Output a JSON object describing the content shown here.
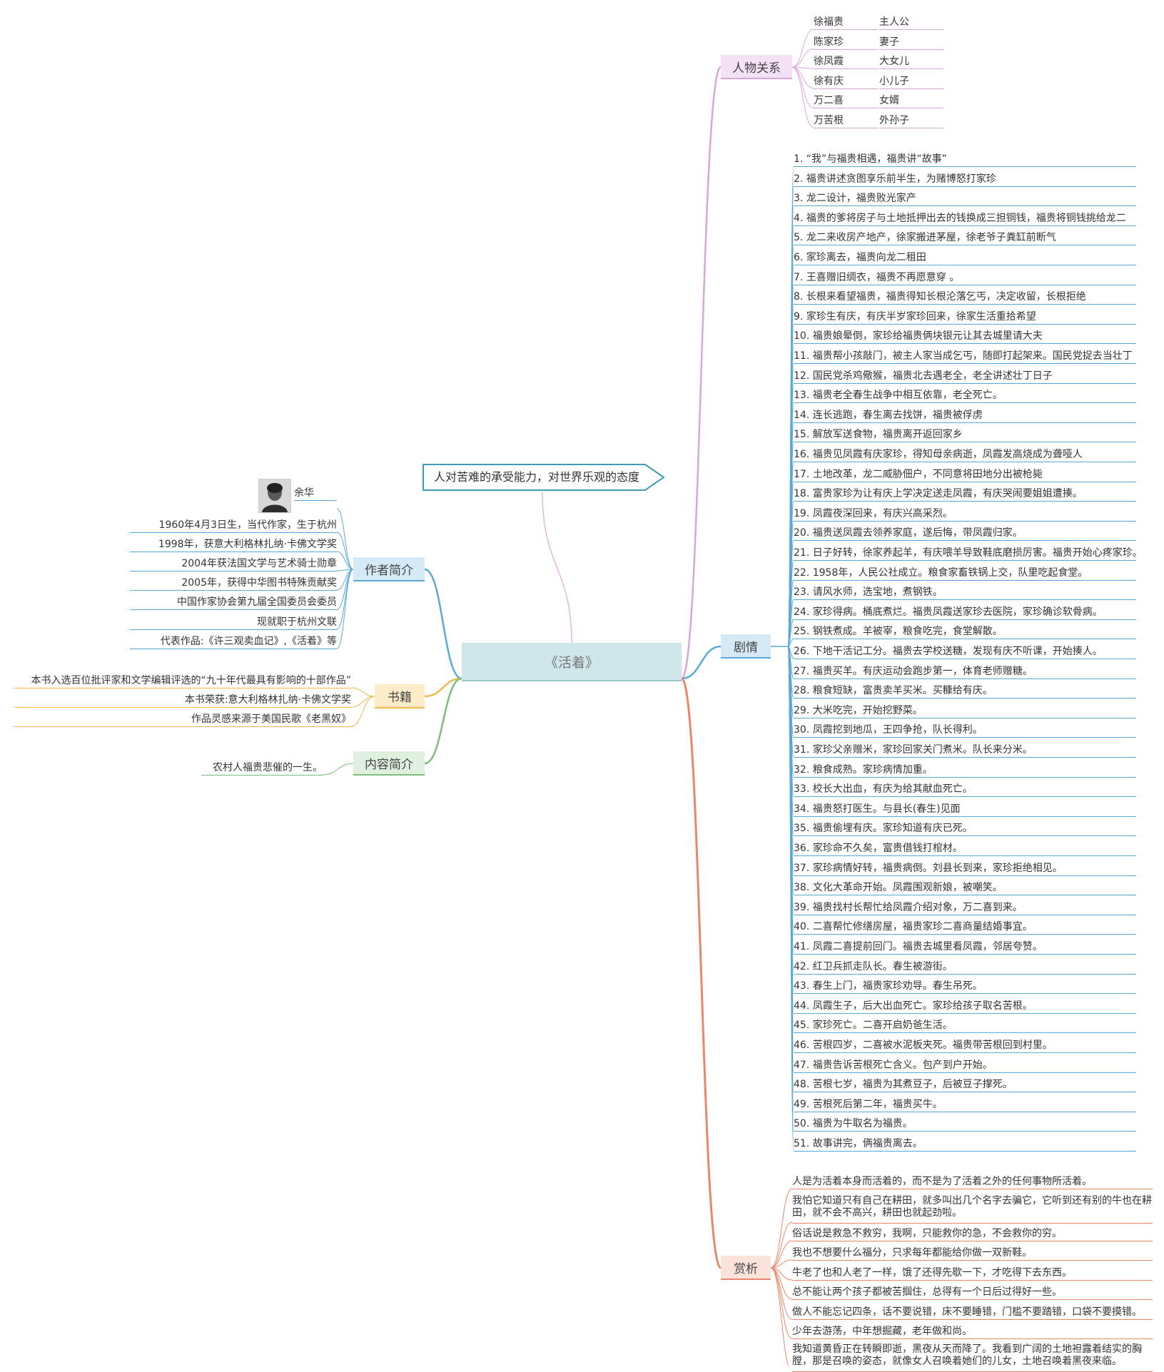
{
  "central": "《活着》",
  "theme": "人对苦难的承受能力，对世界乐观的态度",
  "colors": {
    "relations": "#d9a6d9",
    "plot": "#5aa9d8",
    "appreciation": "#e8876a",
    "author": "#5aa9d8",
    "book": "#f4b84a",
    "summary": "#7bbf7b",
    "theme": "#3f9ab8"
  },
  "branches": {
    "relations": {
      "label": "人物关系",
      "items": [
        {
          "name": "徐福贵",
          "role": "主人公"
        },
        {
          "name": "陈家珍",
          "role": "妻子"
        },
        {
          "name": "徐凤霞",
          "role": "大女儿"
        },
        {
          "name": "徐有庆",
          "role": "小儿子"
        },
        {
          "name": "万二喜",
          "role": "女婿"
        },
        {
          "name": "万苦根",
          "role": "外孙子"
        }
      ]
    },
    "plot": {
      "label": "剧情",
      "items": [
        "1. “我”与福贵相遇，福贵讲“故事”",
        "2. 福贵讲述贪图享乐前半生，为赌博怒打家珍",
        "3. 龙二设计，福贵败光家产",
        "4. 福贵的爹将房子与土地抵押出去的钱换成三担铜钱，福贵将铜钱挑给龙二",
        "5. 龙二来收房产地产，徐家搬进茅屋，徐老爷子粪缸前断气",
        "6. 家珍离去，福贵向龙二租田",
        "7. 王喜赠旧绸衣，福贵不再愿意穿 。",
        "8. 长根来看望福贵，福贵得知长根沦落乞丐，决定收留，长根拒绝",
        "9. 家珍生有庆，有庆半岁家珍回来，徐家生活重拾希望",
        "10. 福贵娘晕倒，家珍给福贵俩块银元让其去城里请大夫",
        "11. 福贵帮小孩敲门，被主人家当成乞丐，随即打起架来。国民党捉去当壮丁",
        "12. 国民党杀鸡儆猴，福贵北去遇老全，老全讲述壮丁日子",
        "13. 福贵老全春生战争中相互依靠，老全死亡。",
        "14. 连长逃跑，春生离去找饼，福贵被俘虏",
        "15. 解放军送食物，福贵离开返回家乡",
        "16. 福贵见凤霞有庆家珍，得知母亲病逝，凤霞发高烧成为聋哑人",
        "17. 土地改革，龙二威胁佃户，不同意将田地分出被枪毙",
        "18. 富贵家珍为让有庆上学决定送走凤霞，有庆哭闹要姐姐遭揍。",
        "19. 凤霞夜深回来，有庆兴高采烈。",
        "20. 福贵送凤霞去领养家庭，遂后悔，带凤霞归家。",
        "21. 日子好转，徐家养起羊，有庆喂羊导致鞋底磨损厉害。福贵开始心疼家珍。",
        "22. 1958年，人民公社成立。粮食家畜铁锅上交，队里吃起食堂。",
        "23. 请风水师，选宝地，煮钢铁。",
        "24. 家珍得病。桶底煮烂。福贵凤霞送家珍去医院，家珍确诊软骨病。",
        "25. 钢铁煮成。羊被宰，粮食吃完，食堂解散。",
        "26. 下地干活记工分。福贵去学校送糖，发现有庆不听课，开始揍人。",
        "27. 福贵买羊。有庆运动会跑步第一，体育老师赠糖。",
        "28. 粮食短缺，富贵卖羊买米。买糠给有庆。",
        "29. 大米吃完，开始挖野菜。",
        "30. 凤霞挖到地瓜，王四争抢，队长得利。",
        "31. 家珍父亲赠米，家珍回家关门煮米。队长来分米。",
        "32. 粮食成熟。家珍病情加重。",
        "33. 校长大出血，有庆为给其献血死亡。",
        "34. 福贵怒打医生。与县长(春生)见面",
        "35. 福贵偷埋有庆。家珍知道有庆已死。",
        "36. 家珍命不久矣，富贵借钱打棺材。",
        "37. 家珍病情好转，福贵病倒。刘县长到来，家珍拒绝相见。",
        "38. 文化大革命开始。凤霞围观新娘，被嘲笑。",
        "39. 福贵找村长帮忙给凤霞介绍对象，万二喜到来。",
        "40. 二喜帮忙修缮房屋，福贵家珍二喜商量结婚事宜。",
        "41. 凤霞二喜提前回门。福贵去城里看凤霞，邻居夸赞。",
        "42. 红卫兵抓走队长。春生被游街。",
        "43. 春生上门，福贵家珍劝导。春生吊死。",
        "44. 凤霞生子，后大出血死亡。家珍给孩子取名苦根。",
        "45. 家珍死亡。二喜开启奶爸生活。",
        "46. 苦根四岁，二喜被水泥板夹死。福贵带苦根回到村里。",
        "47. 福贵告诉苦根死亡含义。包产到户开始。",
        "48. 苦根七岁，福贵为其煮豆子，后被豆子撑死。",
        "49. 苦根死后第二年，福贵买牛。",
        "50. 福贵为牛取名为福贵。",
        "51. 故事讲完，俩福贵离去。"
      ]
    },
    "appreciation": {
      "label": "赏析",
      "items": [
        "人是为活着本身而活着的，而不是为了活着之外的任何事物所活着。",
        "我怕它知道只有自己在耕田，就多叫出几个名字去骗它，它听到还有别的牛也在耕田，就不会不高兴，耕田也就起劲啦。",
        "俗话说是救急不救穷，我啊，只能救你的急，不会救你的穷。",
        "我也不想要什么福分，只求每年都能给你做一双新鞋。",
        "牛老了也和人老了一样，饿了还得先歇一下，才吃得下去东西。",
        "总不能让两个孩子都被苦掴住，总得有一个日后过得好一些。",
        "做人不能忘记四条，话不要说错，床不要睡错，门槛不要踏错，口袋不要摸错。",
        "少年去游荡，中年想掘藏，老年做和尚。",
        "我知道黄昏正在转瞬即逝，黑夜从天而降了。我看到广阔的土地袒露着结实的胸膛，那是召唤的姿态，就像女人召唤着她们的儿女，土地召唤着黑夜来临。"
      ]
    },
    "author": {
      "label": "作者简介",
      "name": "余华",
      "items": [
        "1960年4月3日生，当代作家，生于杭州",
        "1998年，获意大利格林扎纳·卡佛文学奖",
        "2004年获法国文学与艺术骑士勋章",
        "2005年，获得中华图书特殊贡献奖",
        "中国作家协会第九届全国委员会委员",
        "现就职于杭州文联",
        "代表作品:《许三观卖血记》,《活着》等"
      ]
    },
    "book": {
      "label": "书籍",
      "items": [
        "本书入选百位批评家和文学编辑评选的“九十年代最具有影响的十部作品”",
        "本书荣获:意大利格林扎纳·卡佛文学奖",
        "作品灵感来源于美国民歌《老黑奴》"
      ]
    },
    "summary": {
      "label": "内容简介",
      "items": [
        "农村人福贵悲催的一生。"
      ]
    }
  }
}
